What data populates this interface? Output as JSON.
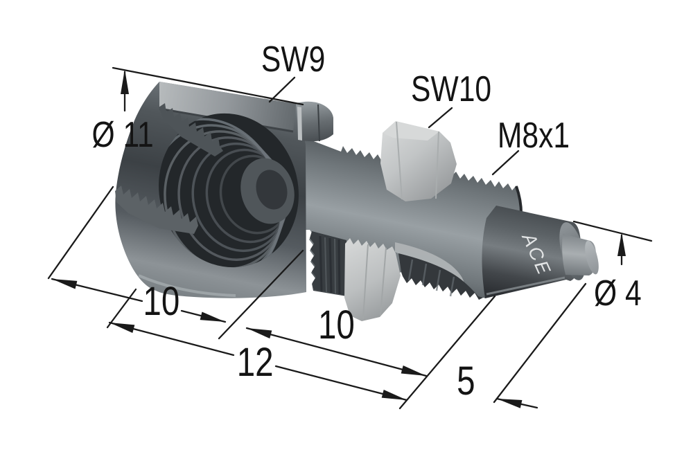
{
  "drawing": {
    "description": "Isometric technical drawing of a miniature shock absorber with dimension callouts",
    "brand_marking": "ACE",
    "background_color": "#ffffff",
    "line_color": "#1a1a1a",
    "callouts": {
      "cap_diameter": "Ø 11",
      "body_hex": "SW9",
      "nut_hex": "SW10",
      "thread_spec": "M8x1",
      "rod_diameter": "Ø 4"
    },
    "dimensions": {
      "cap_length": "10",
      "body_length": "12",
      "thread_length": "10",
      "rod_length": "5"
    },
    "material_colors": {
      "body_dark": "#3c4145",
      "body_light": "#99a0a4",
      "nut_light": "#c6c9ca",
      "bore_dark": "#23272a"
    }
  }
}
